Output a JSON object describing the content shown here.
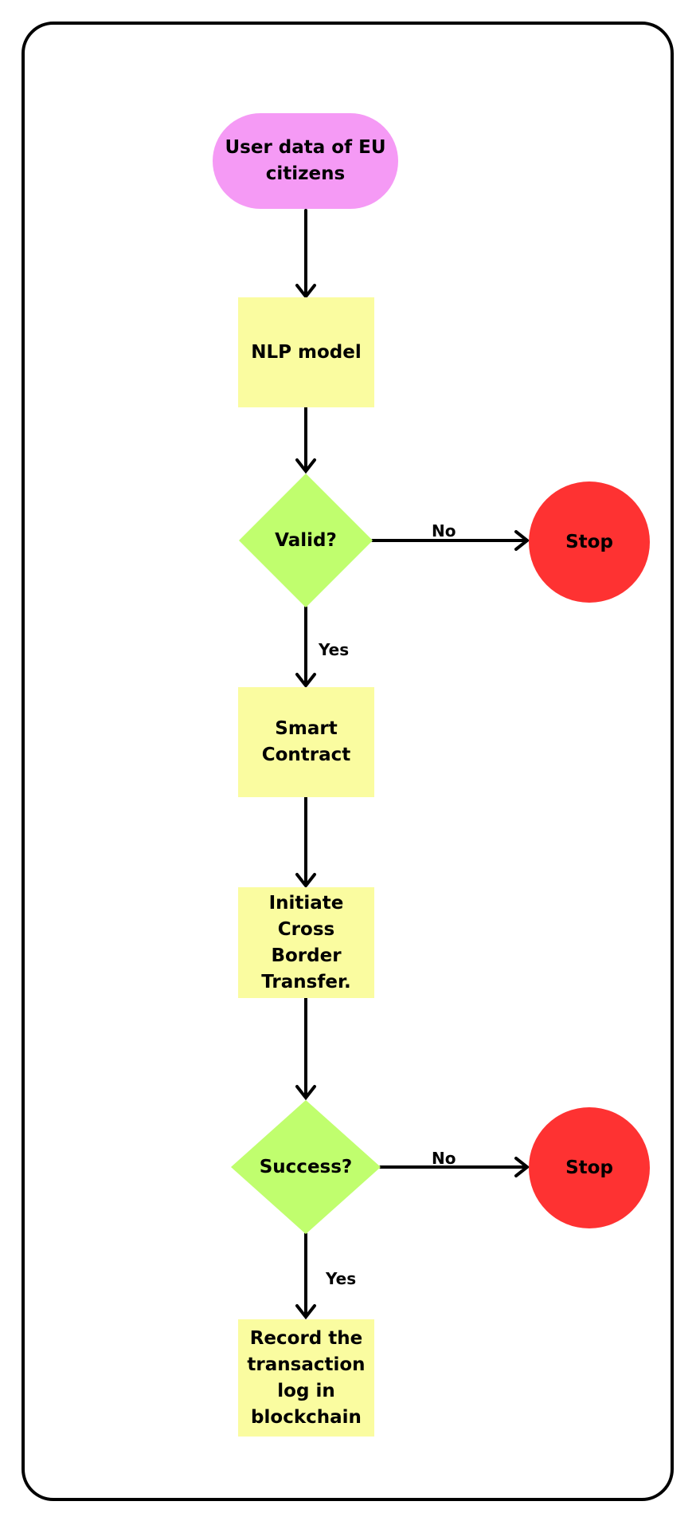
{
  "colors": {
    "start": "#f59af5",
    "process": "#fafca0",
    "decision": "#c0fe6e",
    "stop": "#fe3232",
    "line": "#000000",
    "frame": "#000000"
  },
  "nodes": {
    "start": {
      "label": "User data of EU\ncitizens"
    },
    "nlp": {
      "label": "NLP model"
    },
    "valid": {
      "label": "Valid?"
    },
    "stop1": {
      "label": "Stop"
    },
    "contract": {
      "label": "Smart\nContract"
    },
    "transfer": {
      "label": "Initiate Cross\nBorder\nTransfer."
    },
    "success": {
      "label": "Success?"
    },
    "stop2": {
      "label": "Stop"
    },
    "record": {
      "label": "Record the\ntransaction\nlog in\nblockchain"
    }
  },
  "edges": {
    "valid_no": "No",
    "valid_yes": "Yes",
    "success_no": "No",
    "success_yes": "Yes"
  }
}
